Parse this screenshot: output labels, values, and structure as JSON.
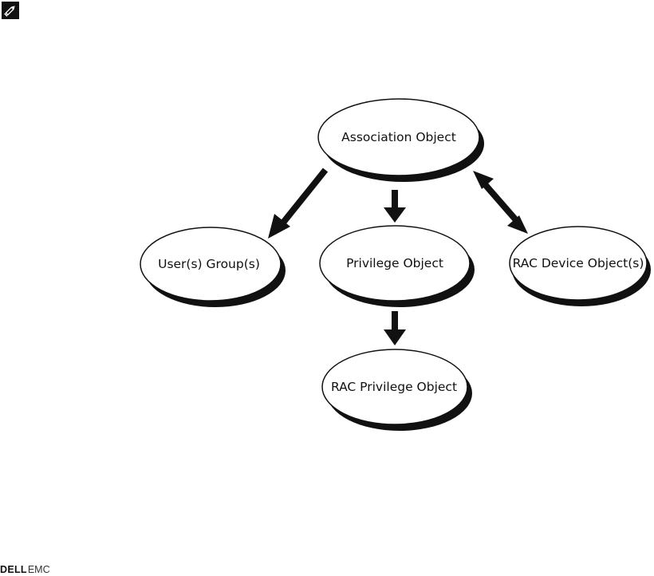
{
  "note_icon": "note-pencil-icon",
  "colors": {
    "node_fill": "#ffffff",
    "node_stroke": "#111111",
    "node_shadow": "#111111",
    "arrow": "#111111"
  },
  "nodes": {
    "association": {
      "label": "Association Object"
    },
    "users_groups": {
      "label": "User(s) Group(s)"
    },
    "privilege": {
      "label": "Privilege Object"
    },
    "rac_device": {
      "label": "RAC Device Object(s)"
    },
    "rac_privilege": {
      "label": "RAC Privilege Object"
    }
  },
  "edges": [
    {
      "from": "Association Object",
      "to": "User(s) Group(s)",
      "direction": "forward"
    },
    {
      "from": "Association Object",
      "to": "Privilege Object",
      "direction": "forward"
    },
    {
      "from": "Association Object",
      "to": "RAC Device Object(s)",
      "direction": "both"
    },
    {
      "from": "Privilege Object",
      "to": "RAC Privilege Object",
      "direction": "forward"
    }
  ],
  "footer": {
    "logo_primary": "DELL",
    "logo_secondary": "EMC"
  }
}
